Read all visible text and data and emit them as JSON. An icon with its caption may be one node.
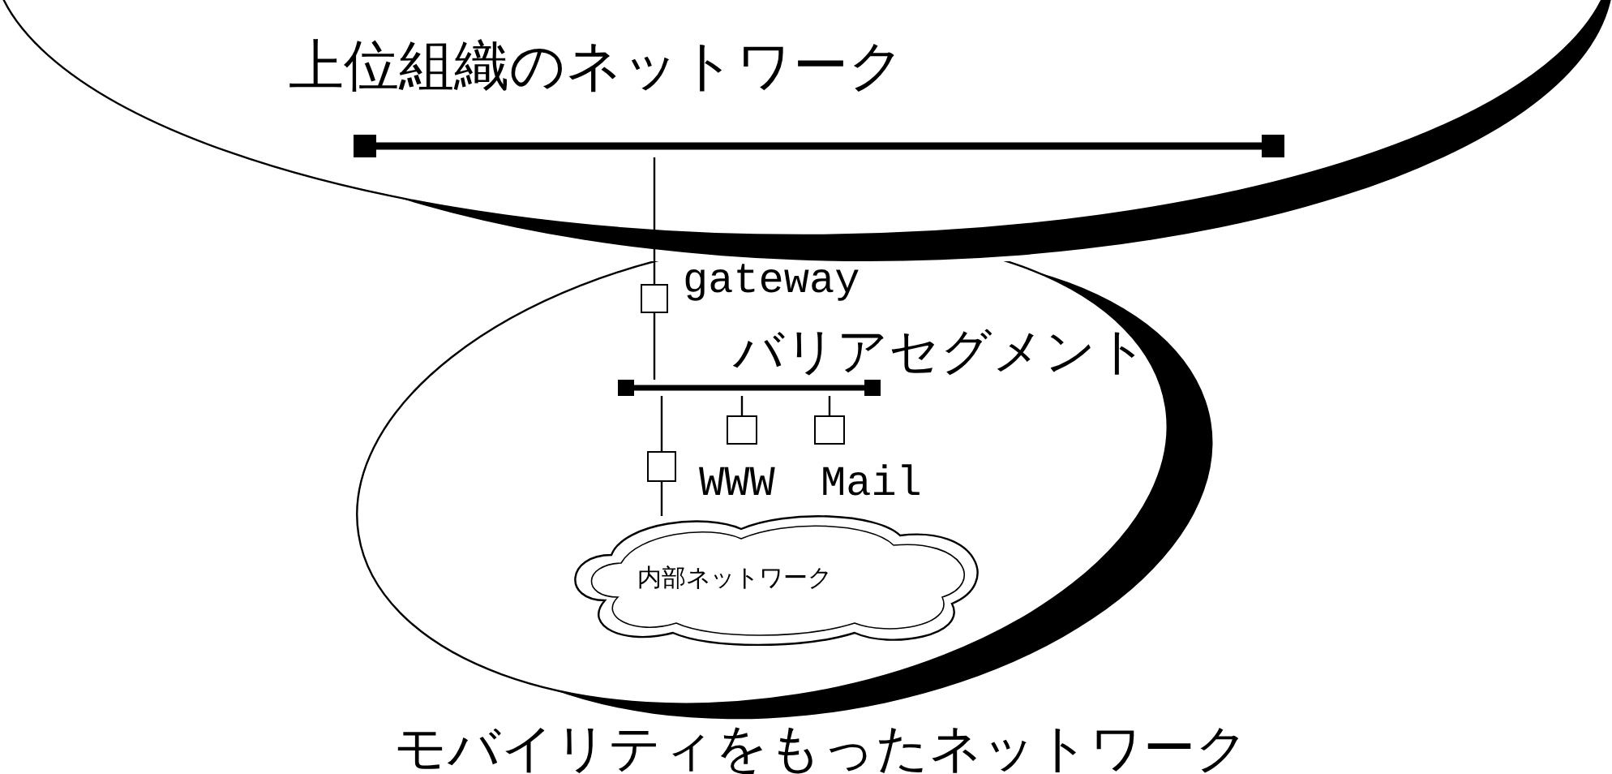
{
  "diagram": {
    "nodes": [
      {
        "text": [
          "上位組織のネットワーク"
        ]
      },
      {
        "text": [
          "モバイリティをもったネットワーク"
        ]
      },
      {
        "text": [],
        "shape": "box",
        "beside": [
          "gateway"
        ],
        "in": 1
      },
      {
        "text": [],
        "shape": "bar",
        "in": 0
      },
      {
        "text": [],
        "shape": "bar",
        "beside": [
          "バリアセグメント"
        ],
        "in": 1
      },
      {
        "text": [],
        "shape": "box",
        "in": 1
      },
      {
        "text": [],
        "shape": "box",
        "beside": [
          "WWW"
        ],
        "in": 1
      },
      {
        "text": [],
        "shape": "box",
        "beside": [
          "Mail"
        ],
        "in": 1
      },
      {
        "text": [
          "内部ネットワーク"
        ],
        "in": 1
      }
    ],
    "edges": [
      {
        "from": 3,
        "to": 2,
        "arrow": "none"
      },
      {
        "from": 2,
        "to": 4,
        "arrow": "none"
      },
      {
        "from": 4,
        "to": 5,
        "arrow": "none"
      },
      {
        "from": 4,
        "to": 6,
        "arrow": "none"
      },
      {
        "from": 4,
        "to": 7,
        "arrow": "none"
      },
      {
        "from": 5,
        "to": 8,
        "arrow": "none"
      }
    ]
  }
}
